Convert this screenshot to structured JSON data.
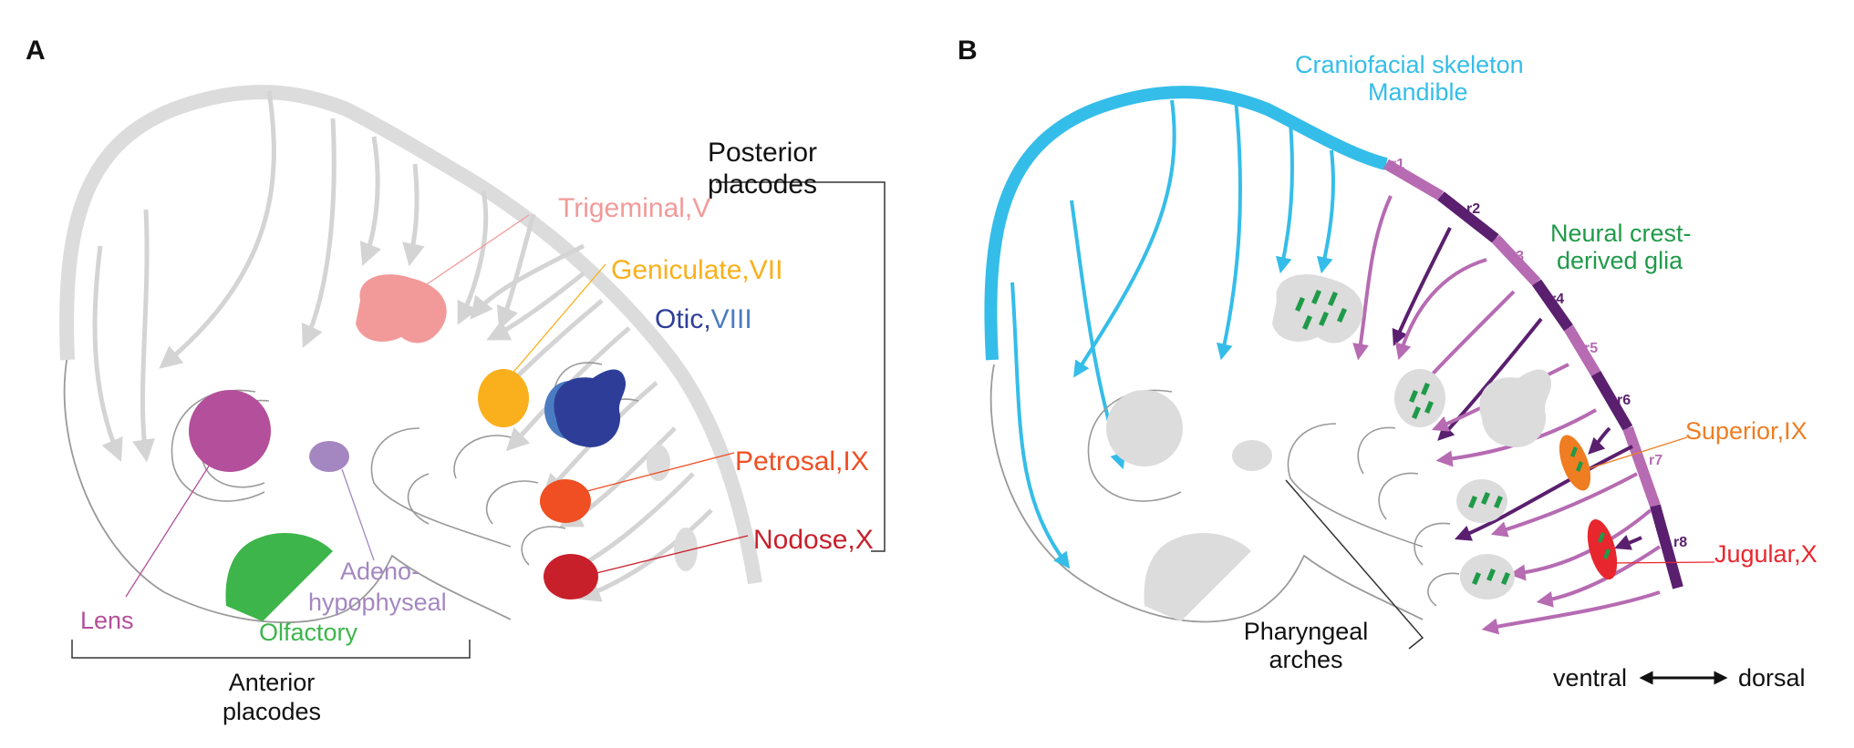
{
  "panelA": {
    "letter": "A",
    "labels": {
      "posterior_1": "Posterior",
      "posterior_2": "placodes",
      "trigeminal": "Trigeminal,V",
      "geniculate": "Geniculate,VII",
      "otic_1": "Otic,",
      "otic_2": "VIII",
      "petrosal": "Petrosal,IX",
      "nodose": "Nodose,X",
      "lens": "Lens",
      "adeno_1": "Adeno-",
      "adeno_2": "hypophyseal",
      "olfactory": "Olfactory",
      "anterior_1": "Anterior",
      "anterior_2": "placodes"
    }
  },
  "panelB": {
    "letter": "B",
    "labels": {
      "cranio_1": "Craniofacial skeleton",
      "cranio_2": "Mandible",
      "crest_1": "Neural crest-",
      "crest_2": "derived glia",
      "superior": "Superior,IX",
      "jugular": "Jugular,X",
      "pharyngeal_1": "Pharyngeal",
      "pharyngeal_2": "arches",
      "ventral": "ventral",
      "dorsal": "dorsal"
    },
    "rhombomeres": [
      "r1",
      "r2",
      "r3",
      "r4",
      "r5",
      "r6",
      "r7",
      "r8"
    ]
  },
  "colors": {
    "gray": "#d9d9d9",
    "trigeminal": "#f29a9a",
    "geniculate": "#f9b01c",
    "otic": "#2e3e98",
    "otic_light": "#4b7cc2",
    "petrosal": "#ef4f23",
    "nodose": "#c8202b",
    "lens": "#b34f9b",
    "adeno": "#a487c0",
    "olfactory": "#3db54a",
    "cyan": "#35bde9",
    "purple_light": "#b66bb2",
    "purple_dark": "#5a1f6e",
    "glia_green": "#1f9a49",
    "superior": "#ef7d22",
    "jugular": "#e8262d"
  }
}
